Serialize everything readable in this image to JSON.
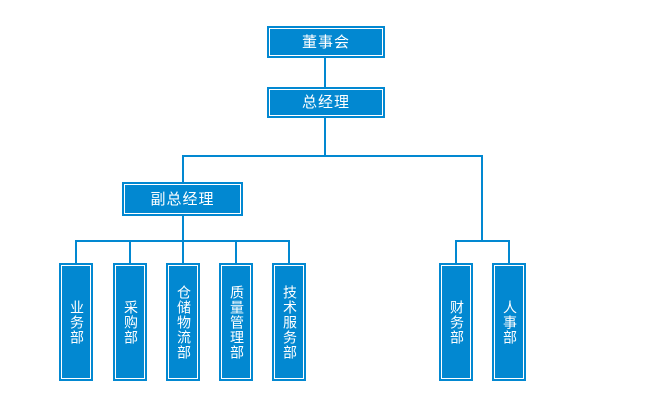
{
  "org_chart": {
    "background_color": "#FFFFFF",
    "node_fill_color": "#0288D1",
    "node_border_color": "#FFFFFF",
    "node_text_color": "#FFFFFF",
    "connector_color": "#0288D1",
    "nodes": {
      "board": {
        "label": "董事会"
      },
      "gm": {
        "label": "总经理"
      },
      "dgm": {
        "label": "副总经理"
      },
      "dept_business": {
        "label": "业务部"
      },
      "dept_purchasing": {
        "label": "采购部"
      },
      "dept_warehouse_logistics": {
        "label": "仓储物流部"
      },
      "dept_quality_management": {
        "label": "质量管理部"
      },
      "dept_technical_service": {
        "label": "技术服务部"
      },
      "dept_finance": {
        "label": "财务部"
      },
      "dept_hr": {
        "label": "人事部"
      }
    },
    "hierarchy": [
      {
        "parent": "董事会",
        "children": [
          "总经理"
        ]
      },
      {
        "parent": "总经理",
        "children": [
          "副总经理",
          "财务部",
          "人事部"
        ]
      },
      {
        "parent": "副总经理",
        "children": [
          "业务部",
          "采购部",
          "仓储物流部",
          "质量管理部",
          "技术服务部"
        ]
      }
    ]
  }
}
